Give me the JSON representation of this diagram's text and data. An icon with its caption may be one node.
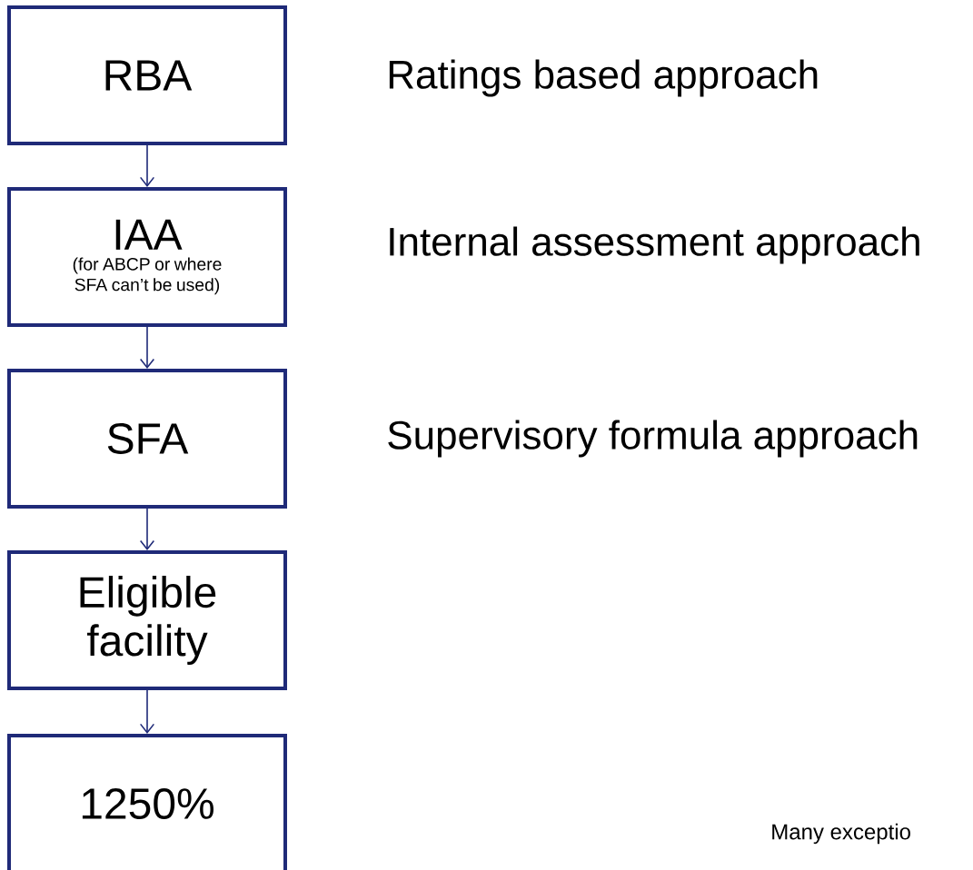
{
  "diagram": {
    "nodes": [
      {
        "text": [
          "RBA"
        ]
      },
      {
        "text": [
          "IAA",
          "(for ABCP or where SFA can’t be used)"
        ]
      },
      {
        "text": [
          "SFA"
        ]
      },
      {
        "text": [
          "Eligible facility"
        ]
      },
      {
        "text": [
          "1250%"
        ]
      }
    ],
    "edges": [
      {
        "from": 0,
        "to": 1,
        "arrow": "to"
      },
      {
        "from": 1,
        "to": 2,
        "arrow": "to"
      },
      {
        "from": 2,
        "to": 3,
        "arrow": "to"
      },
      {
        "from": 3,
        "to": 4,
        "arrow": "to"
      }
    ],
    "labels": [
      "Ratings based approach",
      "Internal assessment approach",
      "Supervisory formula approach",
      "Many exceptio"
    ]
  }
}
